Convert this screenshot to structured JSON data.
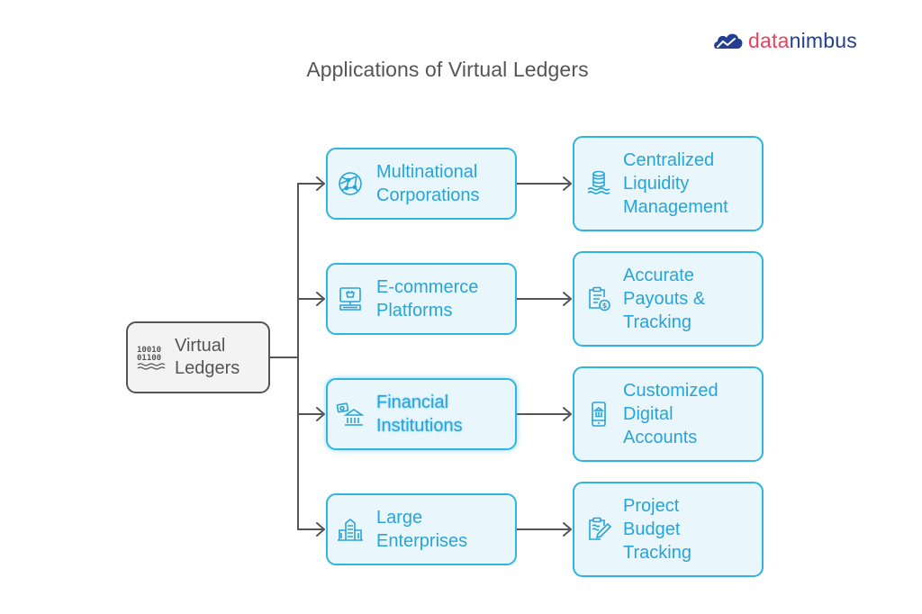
{
  "brand": {
    "part1": "data",
    "part2": "nimbus",
    "icon": "cloud-logo-icon",
    "colors": {
      "part1": "#e8435f",
      "part2": "#243f8f"
    }
  },
  "title": "Applications of Virtual Ledgers",
  "root": {
    "label": "Virtual\nLedgers",
    "icon": "binary-data-icon"
  },
  "branches": [
    {
      "label": "Multinational\nCorporations",
      "icon": "globe-network-icon",
      "outcome": {
        "label": "Centralized\nLiquidity\nManagement",
        "icon": "liquidity-pool-icon"
      }
    },
    {
      "label": "E-commerce\nPlatforms",
      "icon": "computer-store-icon",
      "outcome": {
        "label": "Accurate\nPayouts &\nTracking",
        "icon": "clipboard-payment-icon"
      }
    },
    {
      "label": "Financial\nInstitutions",
      "icon": "bank-money-icon",
      "outcome": {
        "label": "Customized\nDigital\nAccounts",
        "icon": "mobile-bank-icon"
      }
    },
    {
      "label": "Large\nEnterprises",
      "icon": "buildings-icon",
      "outcome": {
        "label": "Project\nBudget\nTracking",
        "icon": "clipboard-edit-icon"
      }
    }
  ],
  "colors": {
    "node_fill": "#e9f7fd",
    "node_border": "#2fb4e4",
    "node_text": "#27a4d8",
    "root_fill": "#f3f3f3",
    "root_border": "#555555",
    "connector": "#555555"
  }
}
